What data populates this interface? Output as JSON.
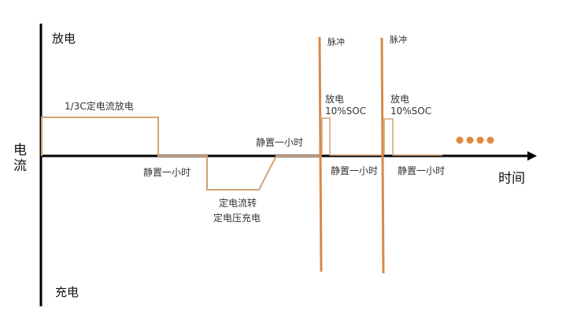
{
  "axes": {
    "y_top": "放电",
    "y_bottom": "充电",
    "y_label": "电流",
    "x_label": "时间"
  },
  "labels": {
    "cc_discharge": "1/3C定电流放电",
    "rest1": "静置一小时",
    "cccv_line1": "定电流转",
    "cccv_line2": "定电压充电",
    "rest2": "静置一小时",
    "pulse1": "脉冲",
    "pulse2": "脉冲",
    "dis1_line1": "放电",
    "dis1_line2": "10%SOC",
    "dis2_line1": "放电",
    "dis2_line2": "10%SOC",
    "rest3": "静置一小时",
    "rest4": "静置一小时"
  },
  "colors": {
    "curve": "#d4955a",
    "axis": "#000000",
    "dots": "#e08a3c"
  }
}
